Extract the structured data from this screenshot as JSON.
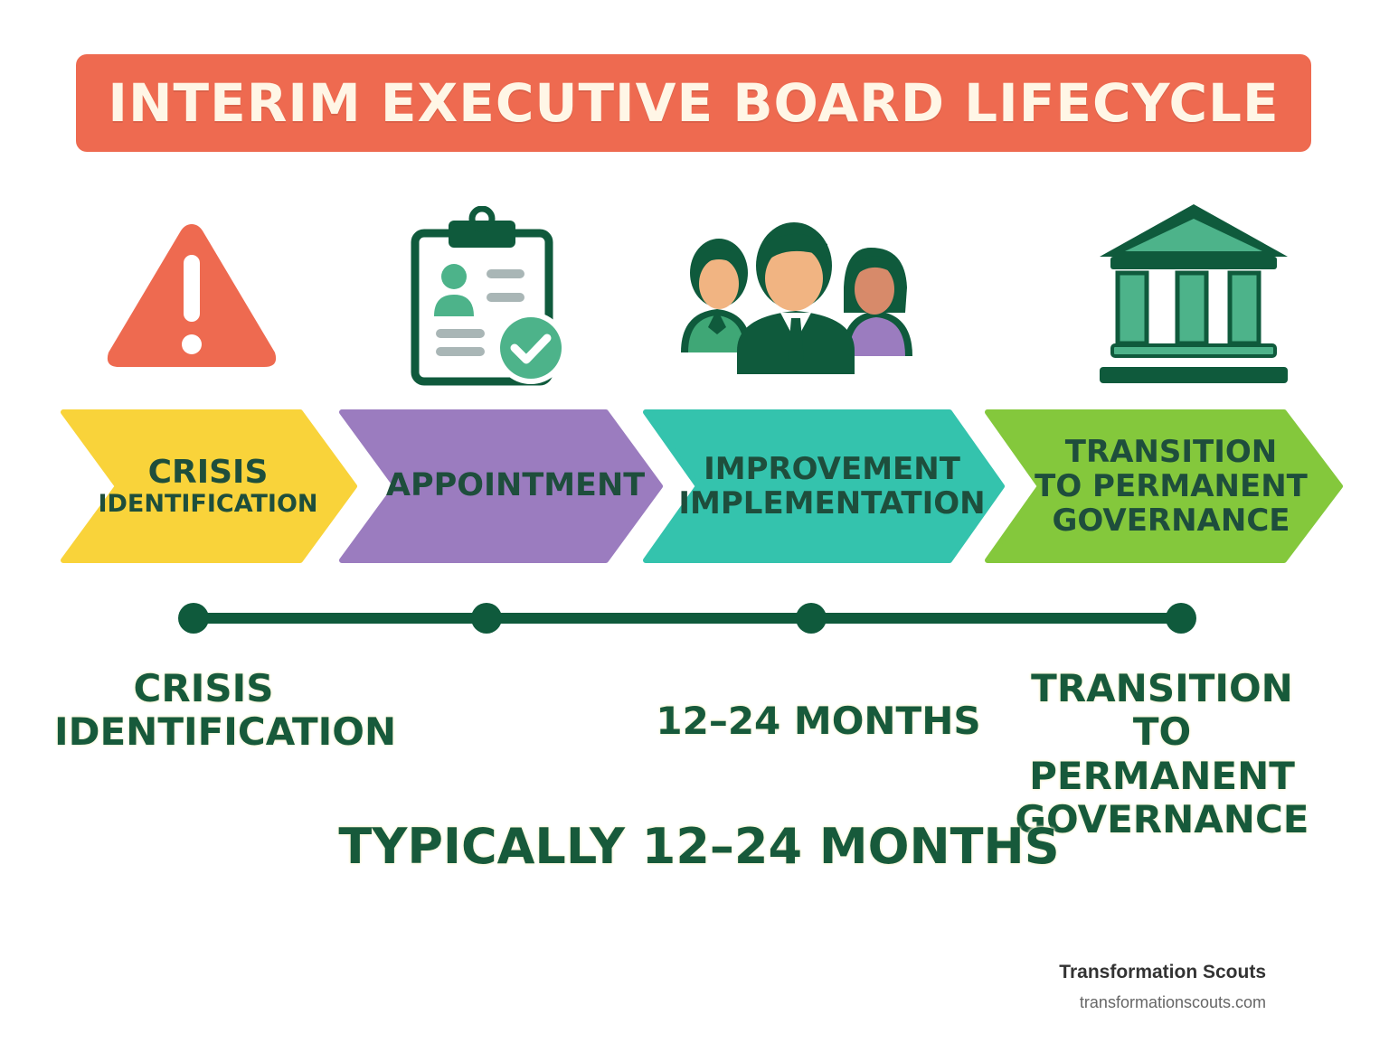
{
  "title": "INTERIM EXECUTIVE BOARD LIFECYCLE",
  "colors": {
    "title_bg": "#ee6a50",
    "title_text": "#fff6e6",
    "dark_green": "#0f5a3c",
    "step_crisis": "#f9d33a",
    "step_appointment": "#9b7cbf",
    "step_improvement": "#34c3ad",
    "step_transition": "#84c83c"
  },
  "icons": [
    "warning-icon",
    "clipboard-check-icon",
    "team-people-icon",
    "government-building-icon"
  ],
  "steps": [
    {
      "line1": "CRISIS",
      "line2": "IDENTIFICATION",
      "line3": ""
    },
    {
      "line1": "APPOINTMENT",
      "line2": "",
      "line3": ""
    },
    {
      "line1": "IMPROVEMENT",
      "line2": "IMPLEMENTATION",
      "line3": ""
    },
    {
      "line1": "TRANSITION",
      "line2": "TO PERMANENT",
      "line3": "GOVERNANCE"
    }
  ],
  "timeline": {
    "start_label": {
      "line1": "CRISIS",
      "line2": "IDENTIFICATION"
    },
    "middle_label": "12–24 MONTHS",
    "end_label": {
      "line1": "TRANSITION",
      "line2": "TO PERMANENT",
      "line3": "GOVERNANCE"
    }
  },
  "duration_note": "TYPICALLY 12–24 MONTHS",
  "brand": {
    "name": "Transformation Scouts",
    "url": "transformationscouts.com"
  }
}
